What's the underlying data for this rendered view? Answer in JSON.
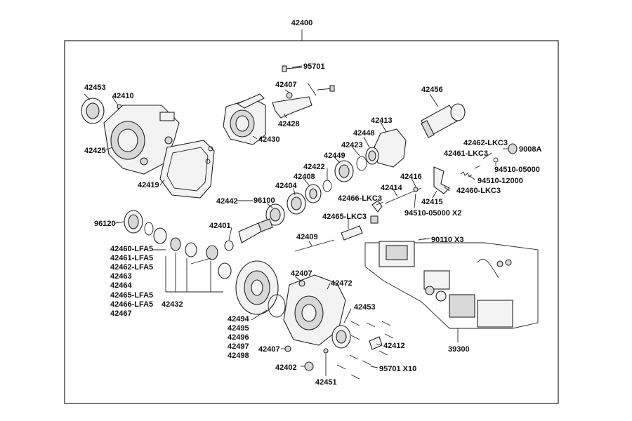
{
  "assembly": "42400",
  "labels": {
    "p95701": "95701",
    "p42407a": "42407",
    "p42453a": "42453",
    "p42410": "42410",
    "p42456": "42456",
    "p42428": "42428",
    "p42430": "42430",
    "p42425": "42425",
    "p42413": "42413",
    "p42448": "42448",
    "p42462lkc3": "42462-LKC3",
    "p9008a": "9008A",
    "p42461lkc3": "42461-LKC3",
    "p42423": "42423",
    "p42449": "42449",
    "p94510_05000a": "94510-05000",
    "p42419": "42419",
    "p42422": "42422",
    "p42408": "42408",
    "p42416": "42416",
    "p94510_12000": "94510-12000",
    "p42404": "42404",
    "p42414": "42414",
    "p42460lkc3": "42460-LKC3",
    "p42442": "42442",
    "p96100": "96100",
    "p42466lkc3": "42466-LKC3",
    "p42415": "42415",
    "p94510_05000x2": "94510-05000  X2",
    "p96120": "96120",
    "p42465lkc3": "42465-LKC3",
    "p42401": "42401",
    "p42409": "42409",
    "p90110x3": "90110    X3",
    "p42460lfa5": "42460-LFA5",
    "p42461lfa5": "42461-LFA5",
    "p42462lfa5": "42462-LFA5",
    "p42463": "42463",
    "p42464": "42464",
    "p42465lfa5": "42465-LFA5",
    "p42466lfa5": "42466-LFA5",
    "p42467": "42467",
    "p42432": "42432",
    "p42407b": "42407",
    "p42472": "42472",
    "p42453b": "42453",
    "p42494": "42494",
    "p42495": "42495",
    "p42496": "42496",
    "p42497": "42497",
    "p42498": "42498",
    "p42407c": "42407",
    "p42412": "42412",
    "p39300": "39300",
    "p42402": "42402",
    "p95701x10": "95701  X10",
    "p42451": "42451"
  }
}
